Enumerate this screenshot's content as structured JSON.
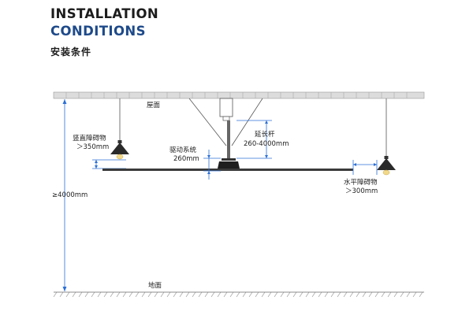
{
  "header": {
    "title_line1": "INSTALLATION",
    "title_line2": "CONDITIONS",
    "subtitle": "安装条件"
  },
  "labels": {
    "roof": "屋面",
    "vertical_obstacle": "竖直障碍物",
    "vertical_obstacle_value": "＞350mm",
    "drive_system": "驱动系统",
    "drive_system_value": "260mm",
    "extension_rod": "延长杆",
    "extension_rod_value": "260-4000mm",
    "horizontal_obstacle": "水平障碍物",
    "horizontal_obstacle_value": "＞300mm",
    "height": "≥4000mm",
    "ground": "地面"
  },
  "colors": {
    "title_dark": "#1c1c1c",
    "title_blue": "#1e4a8a",
    "dimension": "#2b6fd6",
    "beam": "#d9d9d9"
  }
}
